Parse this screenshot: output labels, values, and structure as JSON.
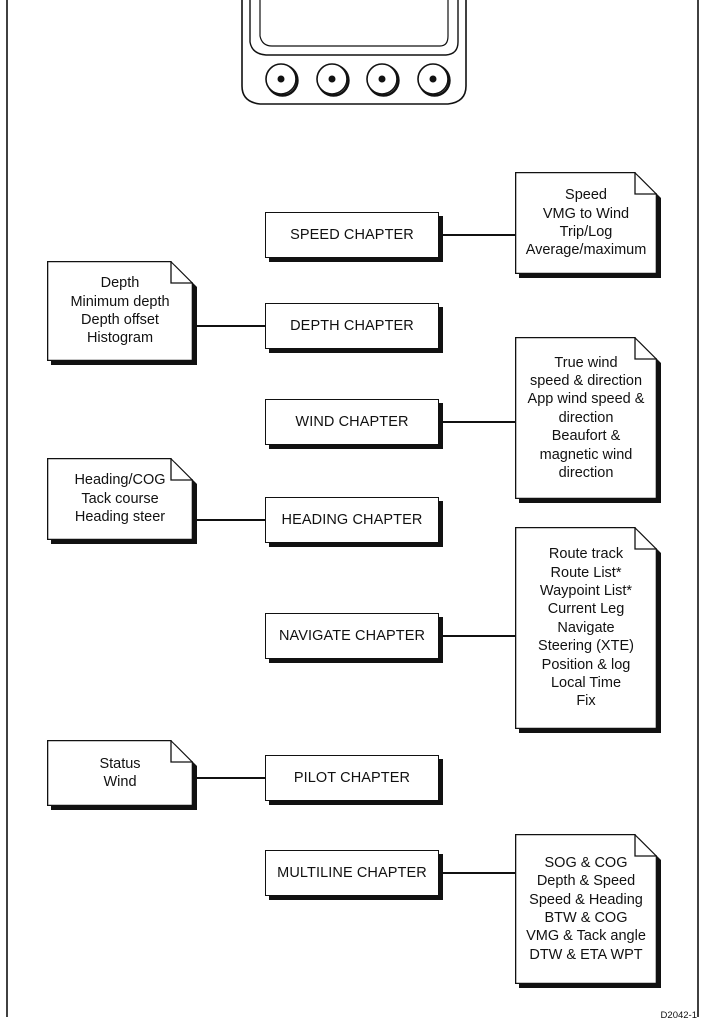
{
  "chapters": [
    {
      "id": "speed",
      "label": "SPEED CHAPTER",
      "note_side": "right",
      "note_lines": [
        "Speed",
        "VMG to Wind",
        "Trip/Log",
        "Average/maximum"
      ]
    },
    {
      "id": "depth",
      "label": "DEPTH CHAPTER",
      "note_side": "left",
      "note_lines": [
        "Depth",
        "Minimum depth",
        "Depth offset",
        "Histogram"
      ]
    },
    {
      "id": "wind",
      "label": "WIND CHAPTER",
      "note_side": "right",
      "note_lines": [
        "True wind",
        "speed & direction",
        "App wind speed &",
        "direction",
        "Beaufort &",
        "magnetic wind",
        "direction"
      ]
    },
    {
      "id": "heading",
      "label": "HEADING CHAPTER",
      "note_side": "left",
      "note_lines": [
        "Heading/COG",
        "Tack course",
        "Heading steer"
      ]
    },
    {
      "id": "navigate",
      "label": "NAVIGATE CHAPTER",
      "note_side": "right",
      "note_lines": [
        "Route track",
        "Route List*",
        "Waypoint List*",
        "Current Leg",
        "Navigate",
        "Steering (XTE)",
        "Position & log",
        "Local Time",
        "Fix"
      ]
    },
    {
      "id": "pilot",
      "label": "PILOT CHAPTER",
      "note_side": "left",
      "note_lines": [
        "Status",
        "Wind"
      ]
    },
    {
      "id": "multiline",
      "label": "MULTILINE CHAPTER",
      "note_side": "right",
      "note_lines": [
        "SOG & COG",
        "Depth & Speed",
        "Speed & Heading",
        "BTW & COG",
        "VMG & Tack angle",
        "DTW & ETA WPT"
      ]
    }
  ],
  "figure_id": "D2042-1",
  "instrument": {
    "button_count": 4
  },
  "colors": {
    "ink": "#111111",
    "paper": "#ffffff"
  }
}
